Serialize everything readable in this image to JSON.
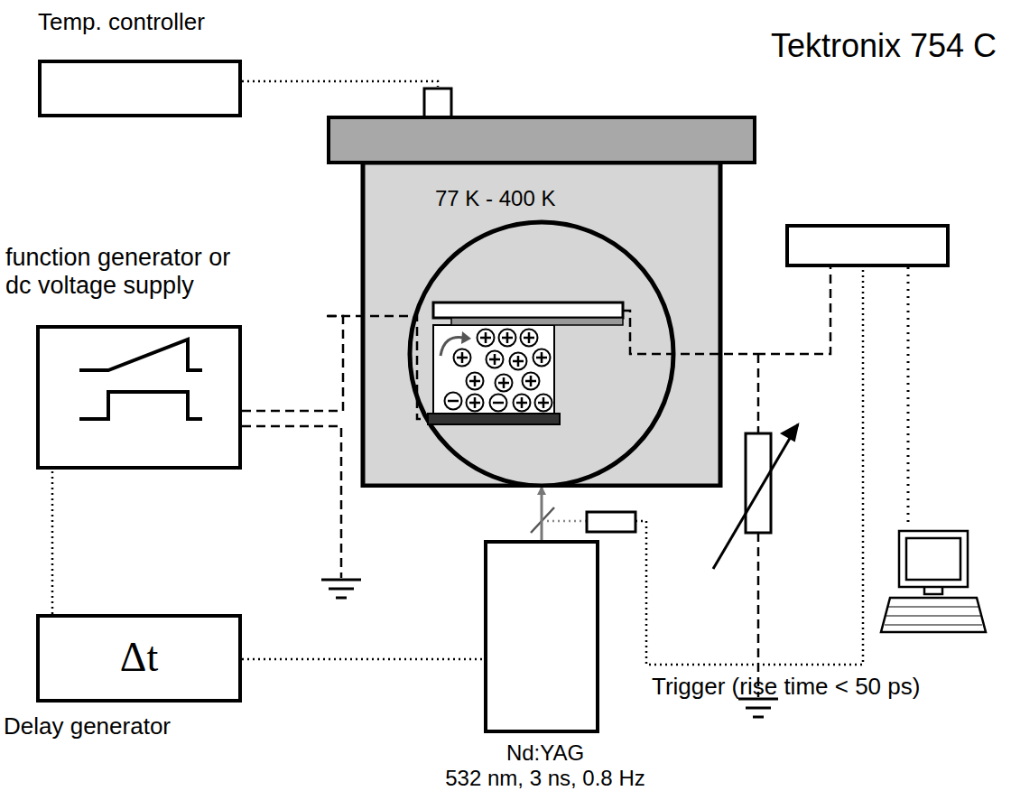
{
  "diagram": {
    "nodes": [
      {
        "text": [
          "Temp. controller"
        ]
      },
      {
        "text": [
          "77 K - 400 K"
        ]
      },
      {
        "text": [
          "Tektronix 754 C"
        ]
      },
      {
        "text": [
          "function generator or dc voltage supply"
        ]
      },
      {
        "text": [
          "Δt",
          "Delay generator"
        ]
      },
      {
        "text": [
          "Nd:YAG",
          "532 nm, 3 ns, 0.8 Hz"
        ]
      }
    ],
    "edges": [
      {
        "from": 0,
        "to": 1,
        "arrow": "none"
      },
      {
        "from": 3,
        "to": 1,
        "arrow": "none"
      },
      {
        "from": 4,
        "to": 3,
        "arrow": "none"
      },
      {
        "from": 4,
        "to": 5,
        "arrow": "none"
      },
      {
        "from": 1,
        "to": 2,
        "arrow": "none"
      },
      {
        "from": 5,
        "to": 1,
        "arrow": "to"
      }
    ],
    "labels": [
      "Trigger (rise time < 50 ps)"
    ]
  }
}
